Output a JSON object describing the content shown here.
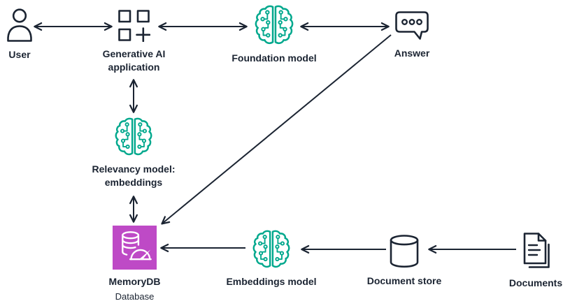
{
  "colors": {
    "ink": "#1B2432",
    "teal": "#01A88D",
    "purple": "#BE4AC6",
    "background": "#FFFFFF"
  },
  "nodes": {
    "user": {
      "label": "User",
      "icon": "user-icon"
    },
    "genai_app": {
      "label_line1": "Generative AI",
      "label_line2": "application",
      "icon": "application-grid-plus-icon"
    },
    "foundation_model": {
      "label": "Foundation model",
      "icon": "ai-brain-circuit-icon"
    },
    "answer": {
      "label": "Answer",
      "icon": "chat-bubble-icon"
    },
    "relevancy_model": {
      "label_line1": "Relevancy model:",
      "label_line2": "embeddings",
      "icon": "ai-brain-circuit-icon"
    },
    "memorydb": {
      "label": "MemoryDB",
      "sublabel": "Database",
      "icon": "memorydb-gauge-database-icon"
    },
    "embeddings_model": {
      "label": "Embeddings model",
      "icon": "ai-brain-circuit-icon"
    },
    "document_store": {
      "label": "Document store",
      "icon": "database-cylinder-icon"
    },
    "documents": {
      "label": "Documents",
      "icon": "documents-icon"
    }
  },
  "edges": [
    {
      "from": "user",
      "to": "genai_app",
      "bidirectional": true
    },
    {
      "from": "genai_app",
      "to": "foundation_model",
      "bidirectional": true
    },
    {
      "from": "foundation_model",
      "to": "answer",
      "bidirectional": true
    },
    {
      "from": "genai_app",
      "to": "relevancy_model",
      "bidirectional": true
    },
    {
      "from": "relevancy_model",
      "to": "memorydb",
      "bidirectional": true
    },
    {
      "from": "answer",
      "to": "memorydb",
      "bidirectional": false
    },
    {
      "from": "embeddings_model",
      "to": "memorydb",
      "bidirectional": false
    },
    {
      "from": "document_store",
      "to": "embeddings_model",
      "bidirectional": false
    },
    {
      "from": "documents",
      "to": "document_store",
      "bidirectional": false
    }
  ]
}
